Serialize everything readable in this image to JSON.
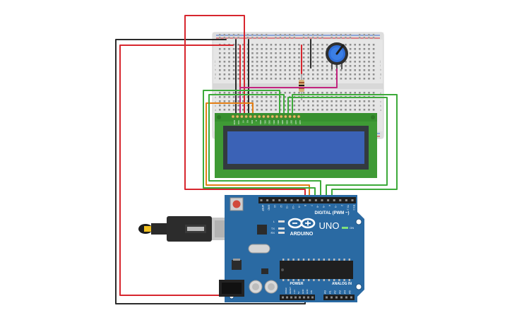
{
  "board": {
    "name": "ARDUINO",
    "model": "UNO",
    "digital_label": "DIGITAL (PWM ~)",
    "power_label": "POWER",
    "analog_label": "ANALOG IN",
    "on_label": "ON",
    "tx_label": "TX",
    "rx_label": "RX",
    "l_label": "L",
    "aref_label": "AREF",
    "gnd_label": "GND",
    "ioref_label": "IOREF",
    "reset_label": "RESET",
    "v33_label": "3.3V",
    "v5_label": "5V",
    "vin_label": "VIN",
    "digital_pins": [
      "13",
      "12",
      "~11",
      "~10",
      "~9",
      "8",
      "7",
      "~6",
      "~5",
      "4",
      "~3",
      "2",
      "TX 1",
      "RX 0"
    ],
    "analog_pins": [
      "A0",
      "A1",
      "A2",
      "A3",
      "A4",
      "A5"
    ]
  },
  "lcd": {
    "pin_labels": [
      "GND",
      "VCC",
      "V0",
      "RS",
      "RW",
      "E",
      "DB0",
      "DB1",
      "DB2",
      "DB3",
      "DB4",
      "DB5",
      "DB6",
      "DB7",
      "LED",
      "LED"
    ]
  },
  "breadboard": {
    "row_letters": [
      "a",
      "b",
      "c",
      "d",
      "e",
      "f",
      "g",
      "h",
      "i",
      "j"
    ]
  },
  "colors": {
    "board": "#2a6aa3",
    "lcd_pcb": "#3f9a35",
    "lcd_screen": "#3b62b6",
    "wire_red": "#d7262e",
    "wire_black": "#2b2b2b",
    "wire_green": "#3daa3a",
    "wire_orange": "#e47e14",
    "wire_magenta": "#c2247f",
    "breadboard": "#e7e7e7"
  }
}
